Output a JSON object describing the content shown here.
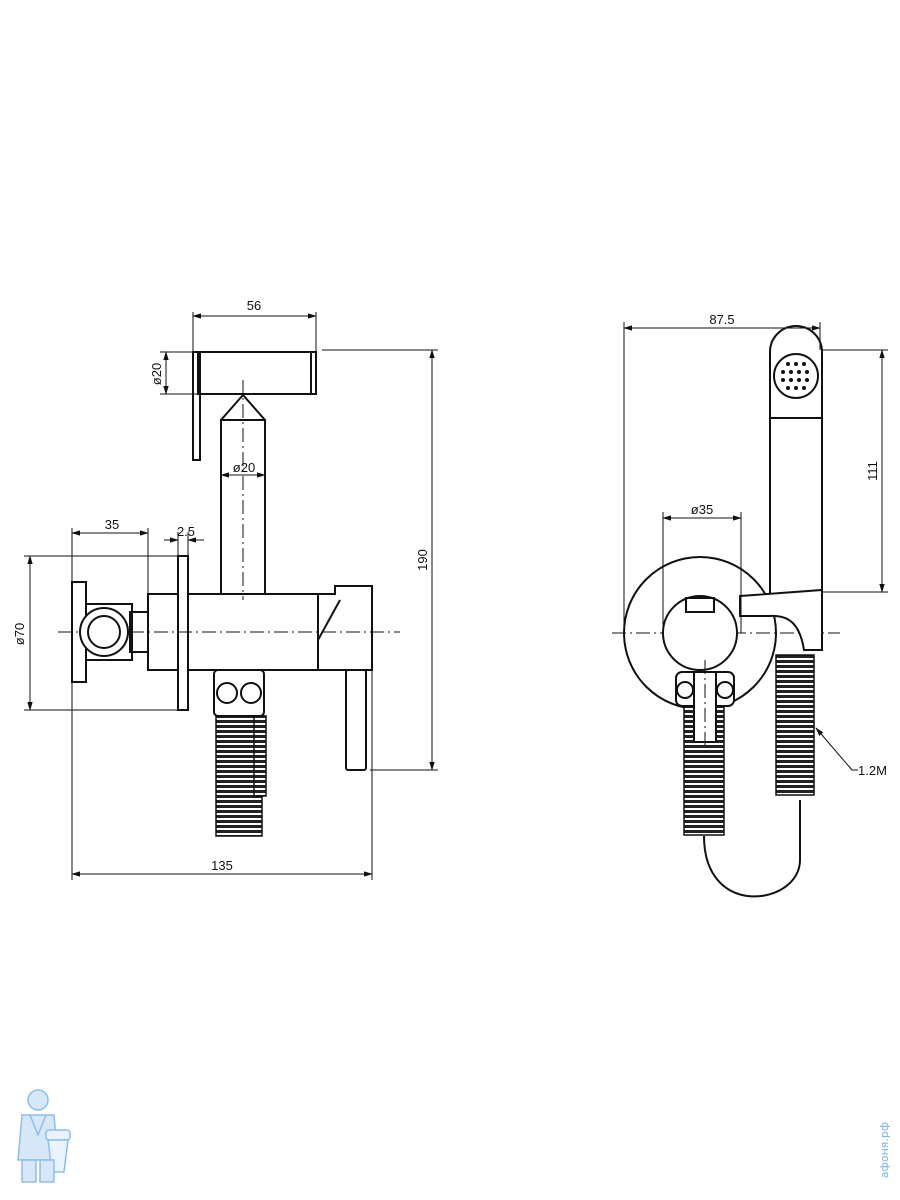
{
  "side_view": {
    "dims": {
      "d56": "56",
      "d20_spray": "ø20",
      "d20_tube": "ø20",
      "d35": "35",
      "d2_5": "2.5",
      "d70": "ø70",
      "d190": "190",
      "d135": "135"
    }
  },
  "front_view": {
    "dims": {
      "d87_5": "87.5",
      "d111": "111",
      "d35": "ø35",
      "hose": "1.2M"
    }
  },
  "watermark": {
    "site": "афоня.рф"
  }
}
